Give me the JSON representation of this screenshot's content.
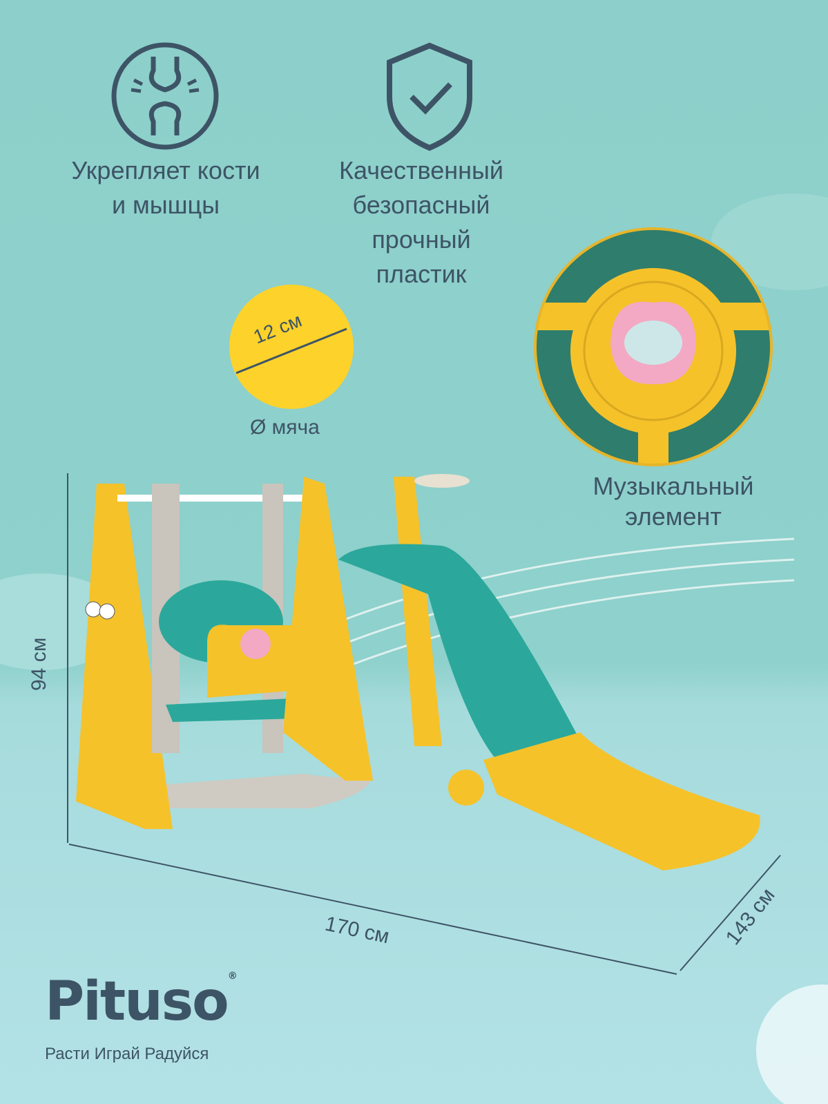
{
  "features": [
    {
      "icon": "joint-bone-icon",
      "text_lines": [
        "Укрепляет кости",
        "и мышцы"
      ]
    },
    {
      "icon": "shield-check-icon",
      "text_lines": [
        "Качественный",
        "безопасный",
        "прочный",
        "пластик"
      ]
    }
  ],
  "ball": {
    "diameter_label": "12 см",
    "caption": "Ø мяча"
  },
  "music": {
    "text_lines": [
      "Музыкальный",
      "элемент"
    ]
  },
  "dimensions": {
    "height": "94 см",
    "length": "170 см",
    "depth": "143 см"
  },
  "brand": {
    "logo": "Pituso",
    "registered": "®",
    "tagline": "Расти Играй Радуйся"
  },
  "colors": {
    "text": "#3d5466",
    "yellow": "#f7c52b",
    "teal": "#2ba89b",
    "gray": "#c9c4bc"
  }
}
